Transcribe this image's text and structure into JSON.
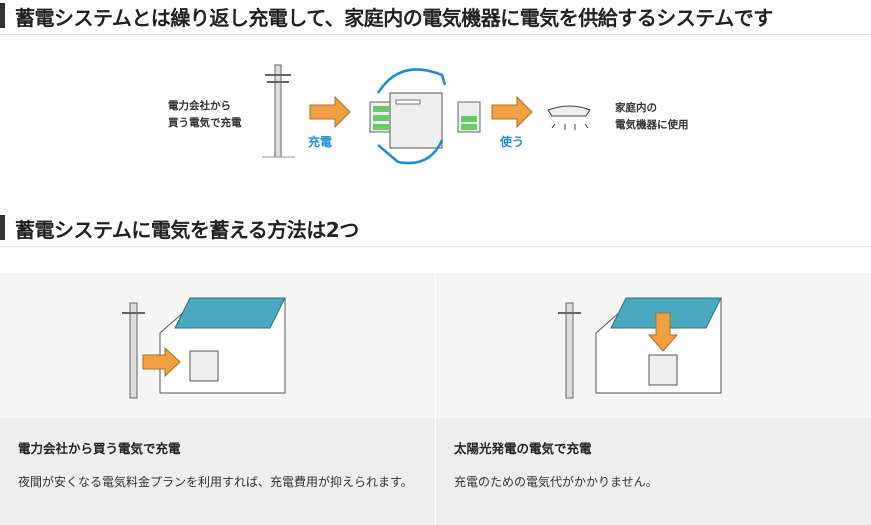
{
  "heading1": "蓄電システムとは繰り返し充電して、家庭内の電気機器に電気を供給するシステムです",
  "diagram": {
    "source_line1": "電力会社から",
    "source_line2": "買う電気で充電",
    "charge": "充電",
    "use": "使う",
    "dest_line1": "家庭内の",
    "dest_line2": "電気機器に使用",
    "arrow_color": "#f0a040",
    "cycle_color": "#1a8fd8"
  },
  "heading2": "蓄電システムに電気を蓄える方法は2つ",
  "cards": [
    {
      "title": "電力会社から買う電気で充電",
      "desc": "夜間が安くなる電気料金プランを利用すれば、充電費用が抑えられます。"
    },
    {
      "title": "太陽光発電の電気で充電",
      "desc": "充電のための電気代がかかりません。"
    }
  ]
}
